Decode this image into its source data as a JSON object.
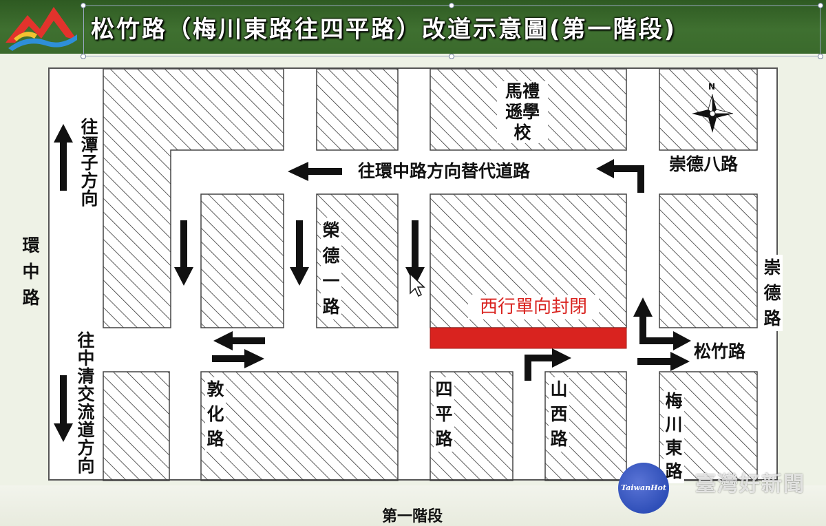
{
  "header": {
    "title": "松竹路（梅川東路往四平路）改道示意圖(第一階段)"
  },
  "map": {
    "closure_label": "西行單向封閉",
    "roads": {
      "huanzhong": "環中路",
      "dunhua": "敦化路",
      "rongde1": "榮德一路",
      "siping": "四平路",
      "shanxi": "山西路",
      "meichuan_east": "梅川東路",
      "songzhu": "松竹路",
      "chongde": "崇德路",
      "chongde8": "崇德八路"
    },
    "landmarks": {
      "school": "馬禮遜學校",
      "north": "N"
    },
    "directions": {
      "to_tanzi": "往潭子方向",
      "to_zhongqing": "往中清交流道方向",
      "alt_route": "往環中路方向替代道路"
    }
  },
  "footer": {
    "stage": "第一階段",
    "watermark": "臺灣好新聞",
    "badge": "TaiwanHot"
  },
  "colors": {
    "header_green": "#3f7030",
    "closure_red": "#d9231f",
    "hatch": "#333333"
  }
}
